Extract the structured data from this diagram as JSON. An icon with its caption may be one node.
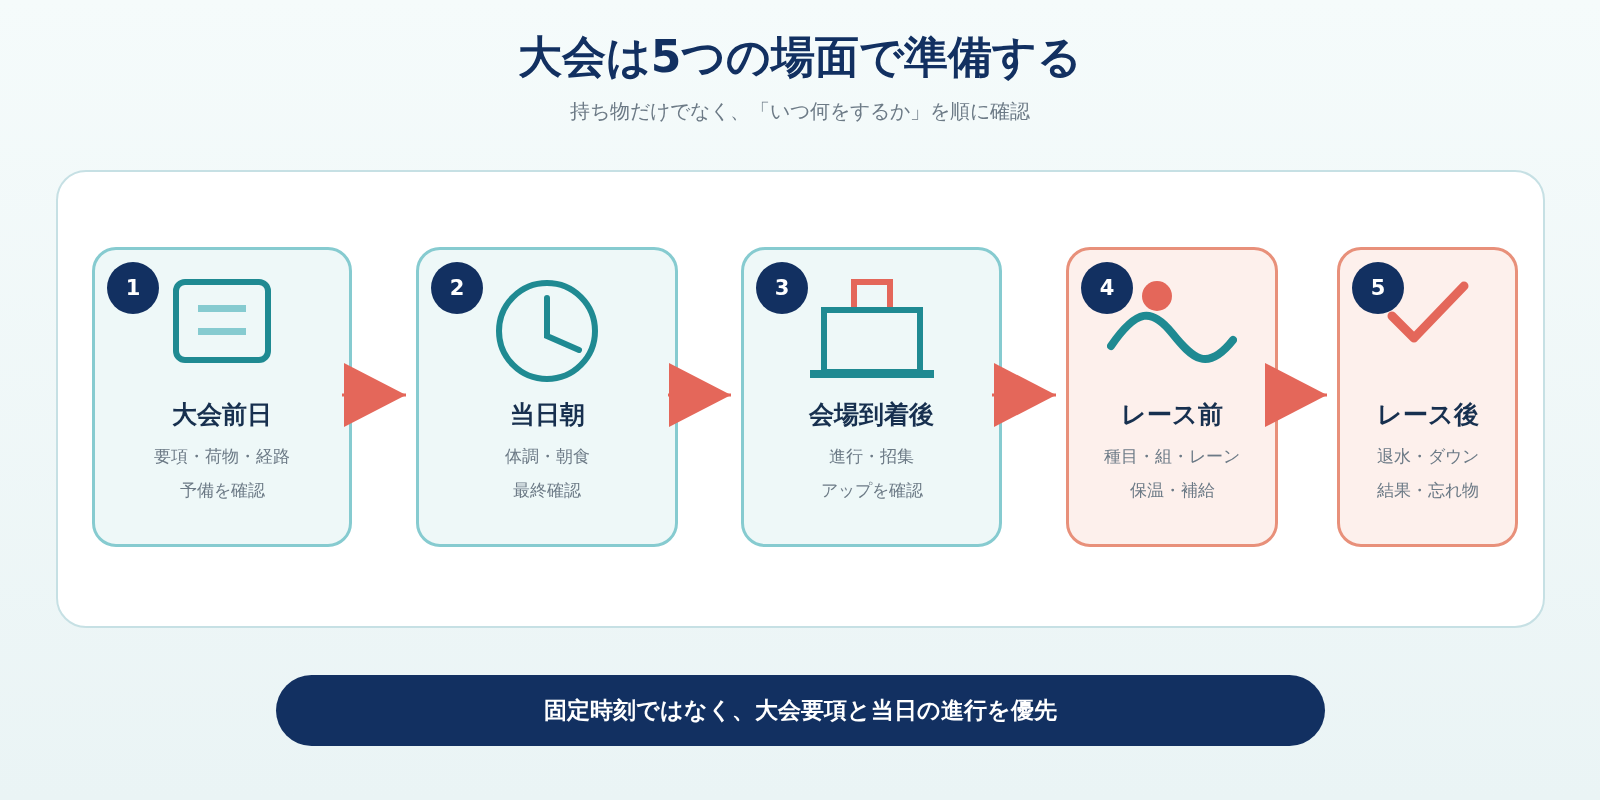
{
  "diagram": {
    "title": "大会は5つの場面で準備する",
    "nodes": [
      {
        "text": [],
        "shape": "box"
      },
      {
        "text": [
          "大会前日",
          "要項・荷物・経路",
          "予備を確認"
        ],
        "in": 0
      },
      {
        "text": [
          "1"
        ],
        "in": 1
      },
      {
        "text": [
          "当日朝",
          "体調・朝食",
          "最終確認"
        ],
        "in": 0
      },
      {
        "text": [
          "2"
        ],
        "in": 3
      },
      {
        "text": [
          "会場到着後",
          "進行・招集",
          "アップを確認"
        ],
        "in": 0
      },
      {
        "text": [
          "3"
        ],
        "in": 5
      },
      {
        "text": [
          "レース前",
          "種目・組・レーン",
          "保温・補給"
        ],
        "in": 0
      },
      {
        "text": [
          "4"
        ],
        "in": 7
      },
      {
        "text": [
          "レース後",
          "退水・ダウン",
          "結果・忘れ物"
        ],
        "in": 0
      },
      {
        "text": [
          "5"
        ],
        "in": 9
      },
      {
        "text": [
          "固定時刻ではなく、大会要項と当日の進行を優先"
        ]
      }
    ],
    "edges": [
      {
        "from": 1,
        "to": 3,
        "arrow": "to"
      },
      {
        "from": 3,
        "to": 5,
        "arrow": "to"
      },
      {
        "from": 5,
        "to": 7,
        "arrow": "to"
      },
      {
        "from": 7,
        "to": 9,
        "arrow": "to"
      }
    ],
    "labels": [
      "持ち物だけでなく、「いつ何をするか」を順に確認"
    ]
  }
}
